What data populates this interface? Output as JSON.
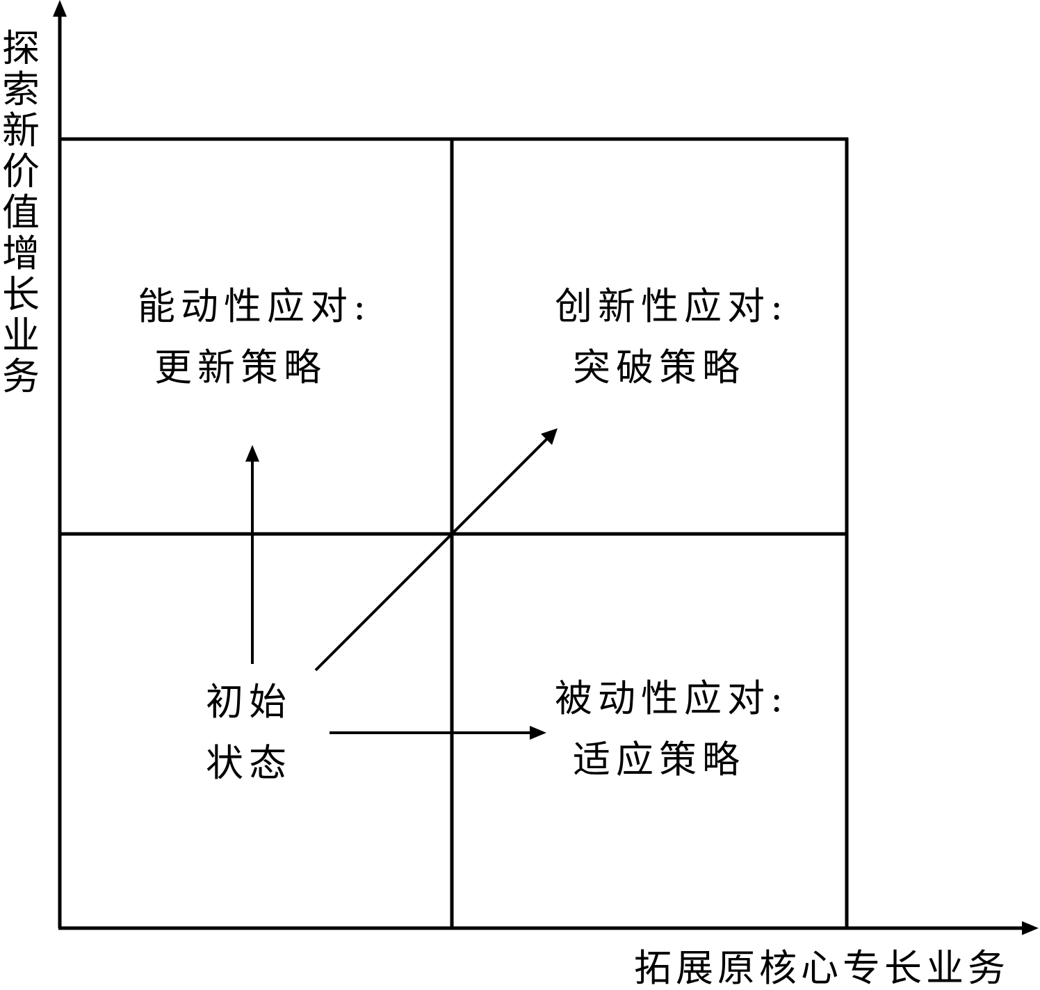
{
  "axes": {
    "y_label": "探索新价值增长业务",
    "x_label": "拓展原核心专长业务"
  },
  "quadrants": {
    "top_left": {
      "line1": "能动性应对:",
      "line2": "更新策略"
    },
    "top_right": {
      "line1": "创新性应对:",
      "line2": "突破策略"
    },
    "bottom_right": {
      "line1": "被动性应对:",
      "line2": "适应策略"
    },
    "bottom_left": {
      "line1": "初始",
      "line2": "状态"
    }
  },
  "colors": {
    "line": "#000000",
    "background": "#ffffff"
  }
}
